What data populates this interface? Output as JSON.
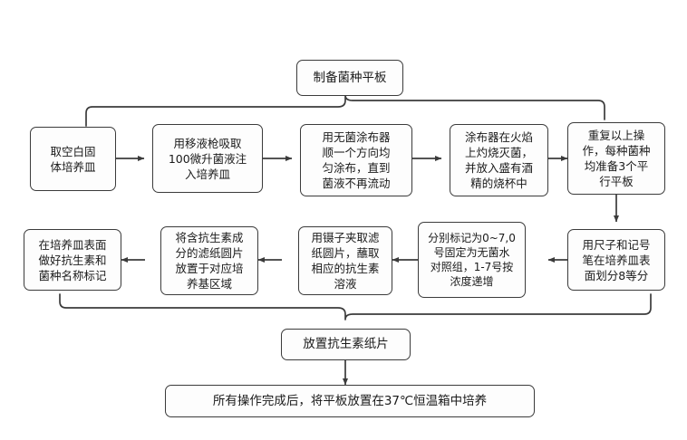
{
  "diagram": {
    "title_node": {
      "id": "prepare-strain-plate",
      "label": "制备菌种平板"
    },
    "row1": [
      {
        "id": "take-blank-plate",
        "label": "取空白固\n体培养皿"
      },
      {
        "id": "pipette-bacteria",
        "label": "用移液枪吸取\n100微升菌液注\n入培养皿"
      },
      {
        "id": "spread-uniformly",
        "label": "用无菌涂布器\n顺一个方向均\n匀涂布，直到\n菌液不再流动"
      },
      {
        "id": "flame-sterilize-spreader",
        "label": "涂布器在火焰\n上灼烧灭菌，\n并放入盛有酒\n精的烧杯中"
      },
      {
        "id": "repeat-three-plates",
        "label": "重复以上操\n作，每种菌种\n均准备3个平\n行平板"
      }
    ],
    "row2": [
      {
        "id": "mark-antibiotic-strain-name",
        "label": "在培养皿表面\n做好抗生素和\n菌种名称标记"
      },
      {
        "id": "place-paper-disc-on-medium",
        "label": "将含抗生素成\n分的滤纸圆片\n放置于对应培\n养基区域"
      },
      {
        "id": "dip-disc-in-antibiotic",
        "label": "用镊子夹取滤\n纸圆片，蘸取\n相应的抗生素\n溶液"
      },
      {
        "id": "label-zero-to-seven",
        "label": "分别标记为0~7,0\n号固定为无菌水\n对照组，1-7号按\n浓度递增"
      },
      {
        "id": "divide-eight-sectors",
        "label": "用尺子和记号\n笔在培养皿表\n面划分8等分"
      }
    ],
    "section2_node": {
      "id": "place-antibiotic-disc",
      "label": "放置抗生素纸片"
    },
    "final_node": {
      "id": "incubate-37c",
      "label": "所有操作完成后，将平板放置在37℃恒温箱中培养"
    },
    "colors": {
      "stroke": "#3b3b3b",
      "fill": "#fdfdfd",
      "text": "#1a1a1a",
      "background": "#ffffff"
    }
  }
}
